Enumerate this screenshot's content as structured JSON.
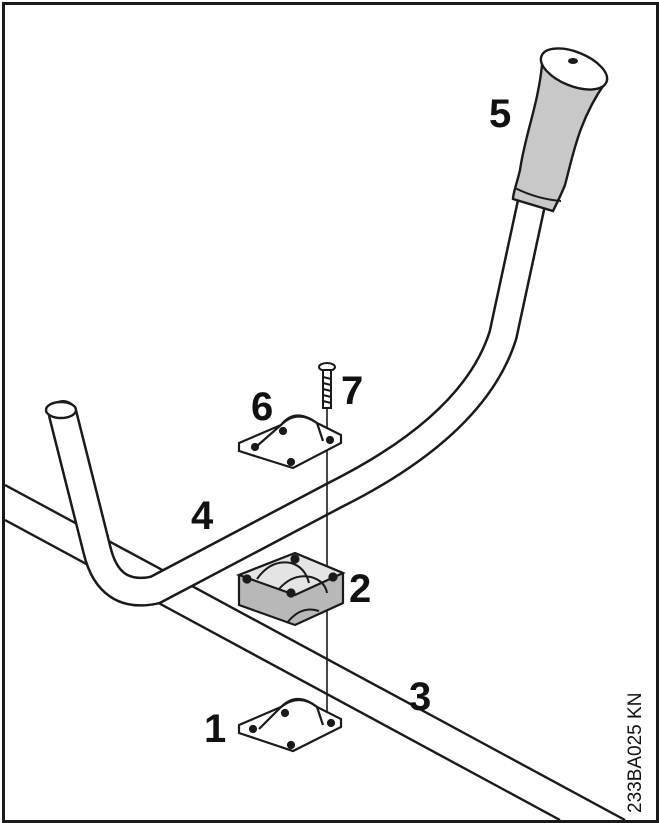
{
  "diagram": {
    "callouts": {
      "c1": "1",
      "c2": "2",
      "c3": "3",
      "c4": "4",
      "c5": "5",
      "c6": "6",
      "c7": "7"
    },
    "drawing_code": "233BA025 KN"
  }
}
